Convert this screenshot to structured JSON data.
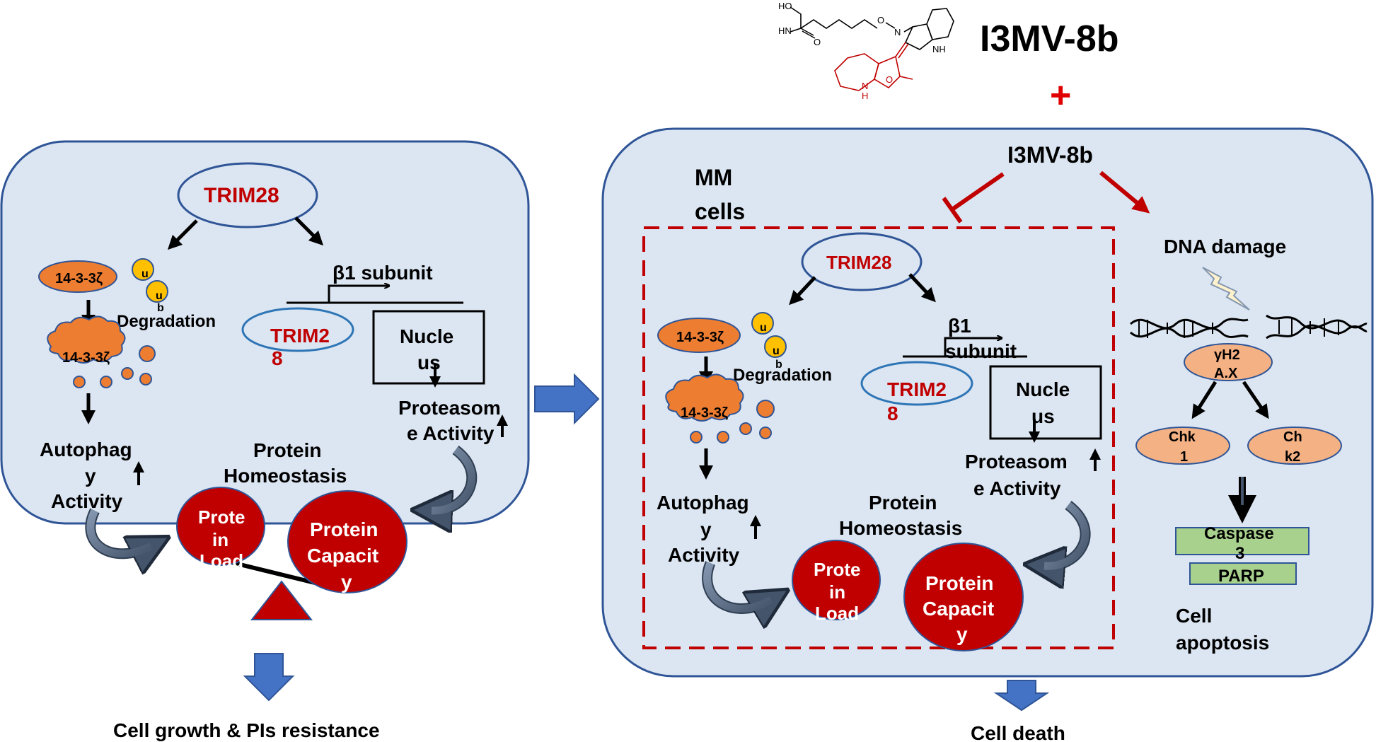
{
  "compound": {
    "title": "I3MV-8b",
    "plus": "+",
    "structure": {
      "ho": "HO",
      "hn": "HN",
      "o_carbonyl": "O",
      "n_oxime": "N",
      "o_oxime": "O",
      "nh_top": "NH",
      "nh_bottom": "N",
      "h_bottom": "H",
      "o_lactam": "O"
    }
  },
  "left_panel": {
    "trim28": "TRIM28",
    "protein_14_3_3_zeta": "14-3-3ζ",
    "protein_14_3_3_agg": "14-3-3ζ",
    "ub": "u",
    "ub_sub": "b",
    "degradation": "Degradation",
    "beta1": "β1 subunit",
    "trim28_oval_line1": "TRIM2",
    "trim28_oval_line2": "8",
    "nucleus_line1": "Nucle",
    "nucleus_line2": "us",
    "proteasome_line1": "Proteasom",
    "proteasome_line2": "e Activity",
    "autophagy_line1": "Autophag",
    "autophagy_line2": "y",
    "autophagy_line3": "Activity",
    "homeostasis_line1": "Protein",
    "homeostasis_line2": "Homeostasis",
    "load_line1": "Prote",
    "load_line2": "in",
    "load_line3": "Load",
    "capacity_line1": "Protein",
    "capacity_line2": "Capacit",
    "capacity_line3": "y",
    "outcome": "Cell growth & PIs resistance"
  },
  "right_panel": {
    "cells_line1": "MM",
    "cells_line2": "cells",
    "drug": "I3MV-8b",
    "trim28": "TRIM28",
    "protein_14_3_3_zeta": "14-3-3ζ",
    "protein_14_3_3_agg": "14-3-3ζ",
    "ub": "u",
    "ub_sub": "b",
    "degradation": "Degradation",
    "beta1_line1": "β1",
    "beta1_line2": "subunit",
    "trim28_oval_line1": "TRIM2",
    "trim28_oval_line2": "8",
    "nucleus_line1": "Nucle",
    "nucleus_line2": "us",
    "proteasome_line1": "Proteasom",
    "proteasome_line2": "e Activity",
    "autophagy_line1": "Autophag",
    "autophagy_line2": "y",
    "autophagy_line3": "Activity",
    "homeostasis_line1": "Protein",
    "homeostasis_line2": "Homeostasis",
    "load_line1": "Prote",
    "load_line2": "in",
    "load_line3": "Load",
    "capacity_line1": "Protein",
    "capacity_line2": "Capacit",
    "capacity_line3": "y",
    "dna_damage": "DNA damage",
    "h2ax_line1": "γH2",
    "h2ax_line2": "A.X",
    "chk1_line1": "Chk",
    "chk1_line2": "1",
    "chk2_line1": "Ch",
    "chk2_line2": "k2",
    "caspase_line1": "Caspase",
    "caspase_line2": "3",
    "parp": "PARP",
    "apoptosis_line1": "Cell",
    "apoptosis_line2": "apoptosis",
    "outcome": "Cell death"
  },
  "colors": {
    "panel_fill": "#dce6f2",
    "panel_stroke": "#2f5597",
    "trim_red": "#c00000",
    "orange_protein": "#ed7d31",
    "ub_yellow": "#ffc000",
    "red_circle": "#c00000",
    "salmon": "#f4b183",
    "green_box": "#a9d18e",
    "blue_arrow": "#4472c4",
    "dashed_red": "#c00000"
  }
}
